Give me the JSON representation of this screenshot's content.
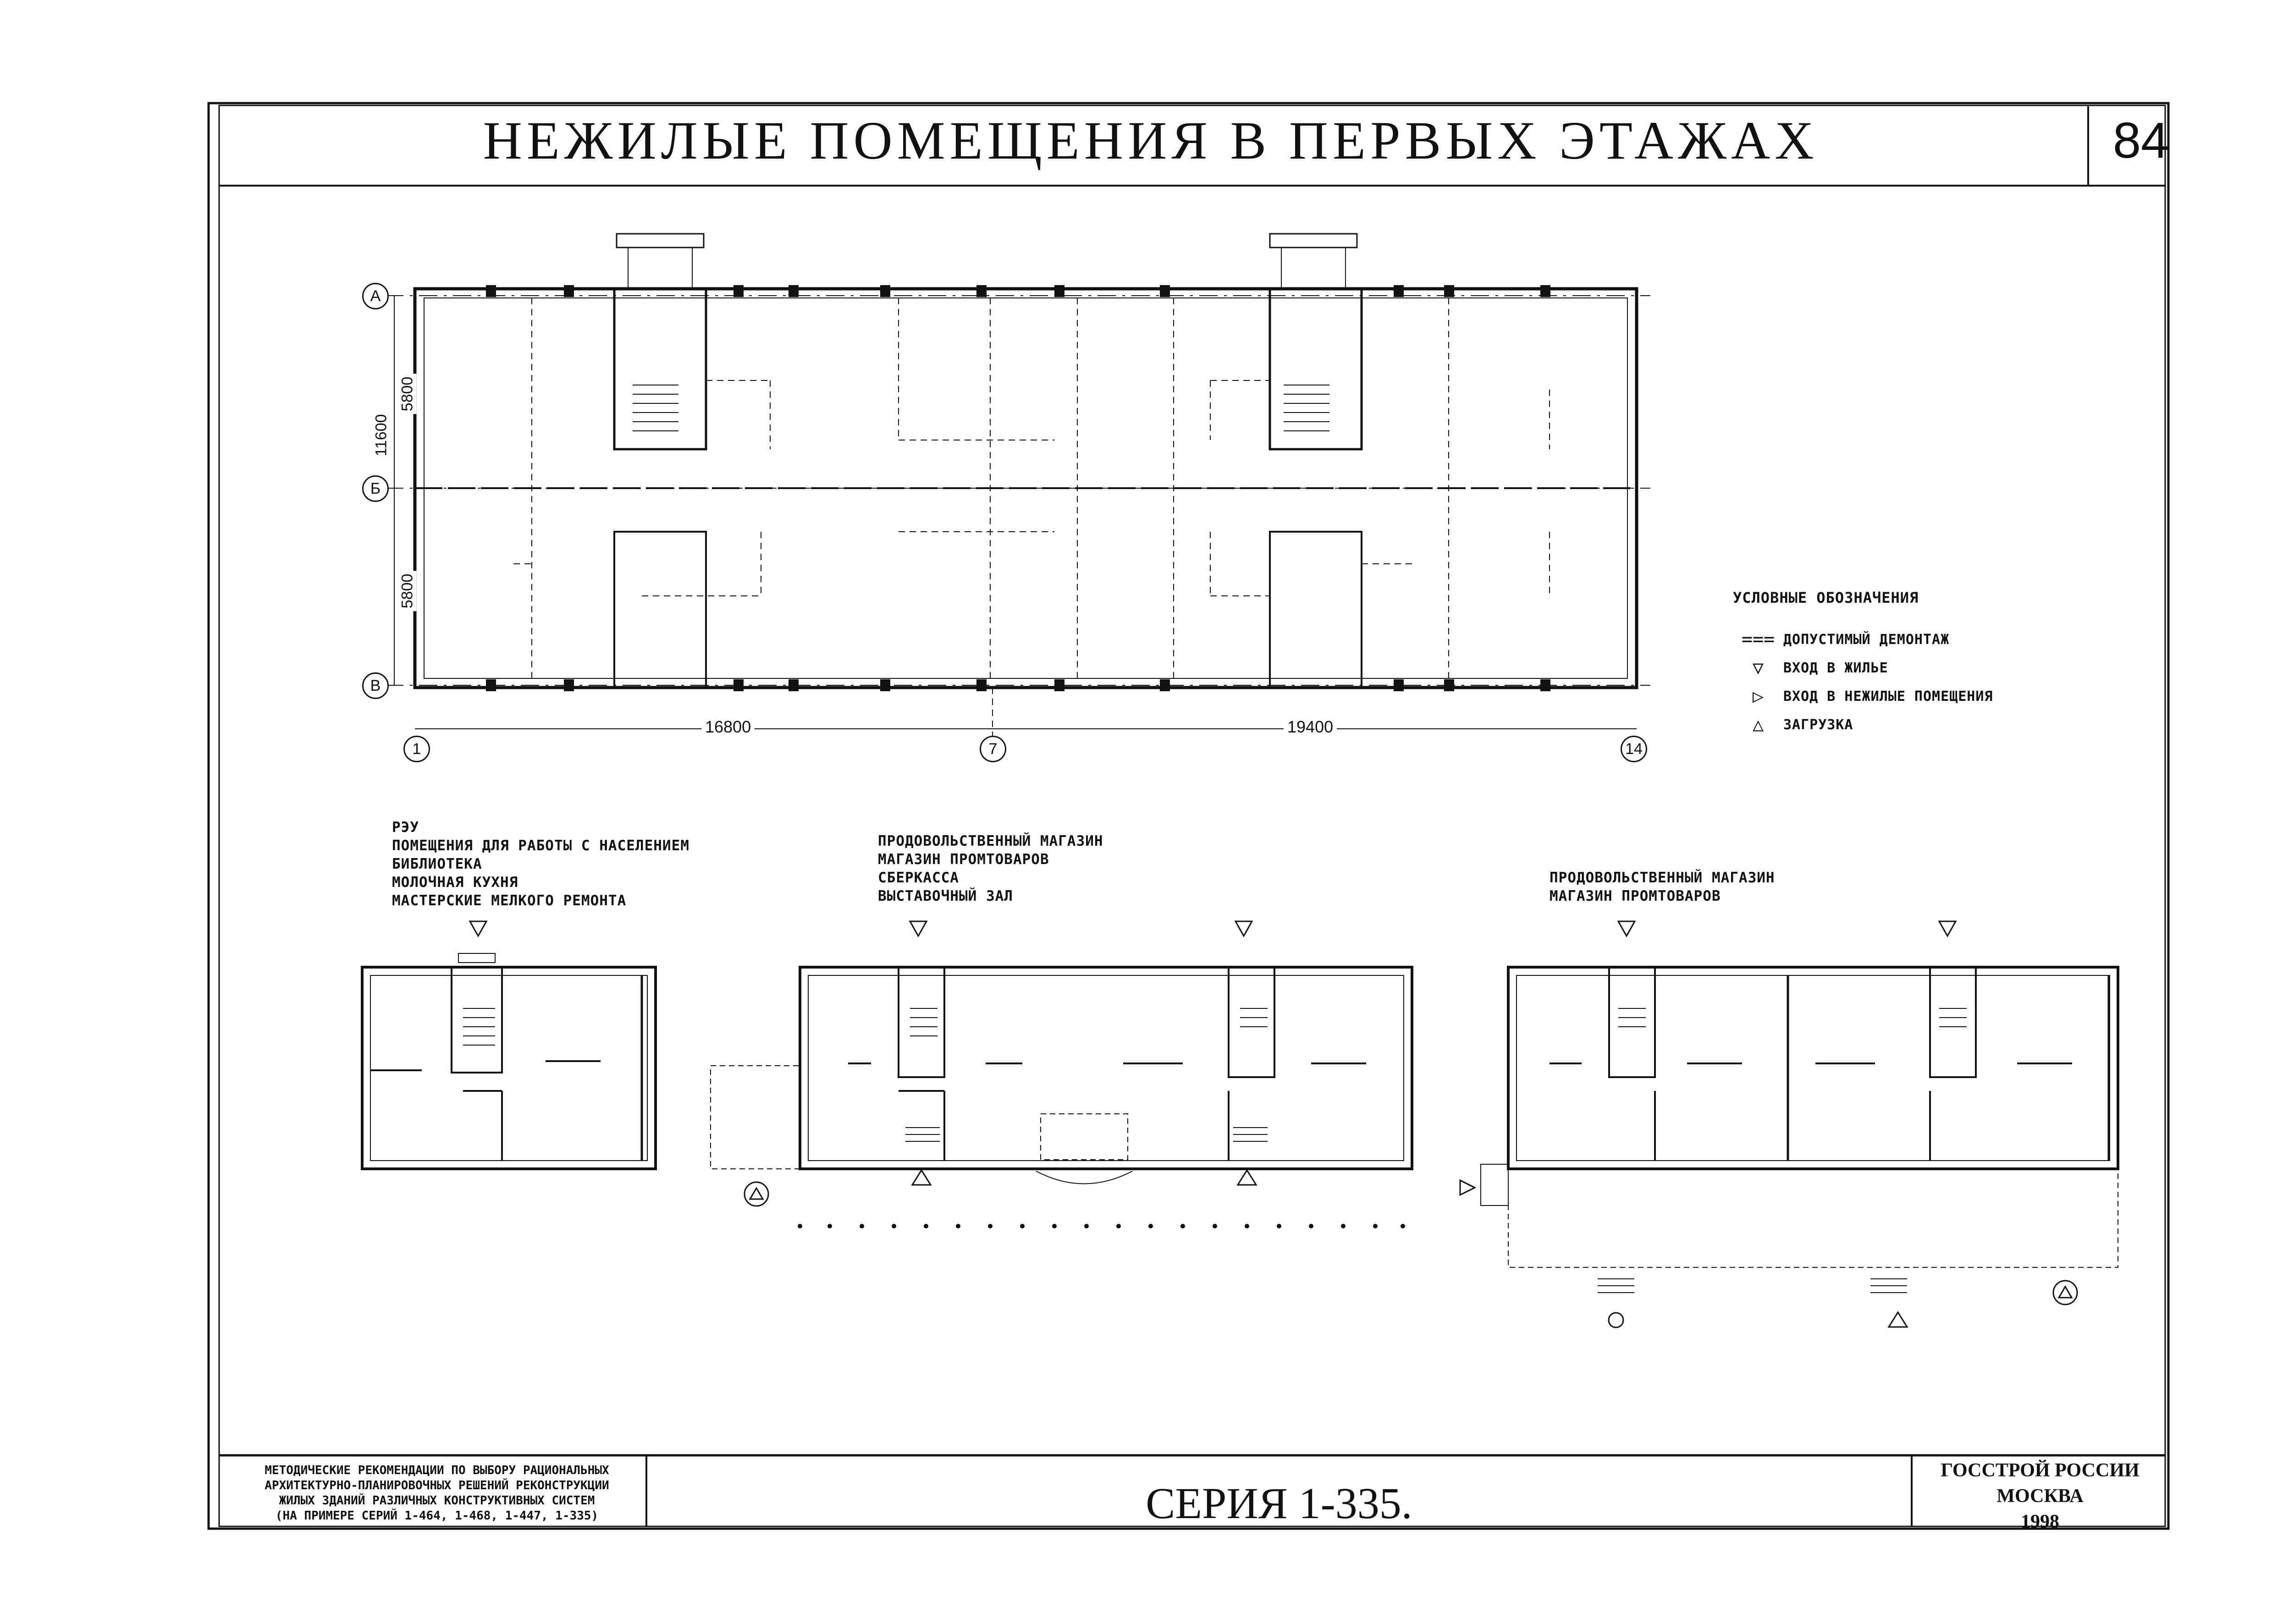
{
  "sheet": {
    "title": "НЕЖИЛЫЕ ПОМЕЩЕНИЯ В ПЕРВЫХ ЭТАЖАХ",
    "number": "84"
  },
  "plan": {
    "axes_rows": [
      "А",
      "Б",
      "В"
    ],
    "axes_cols": [
      "1",
      "7",
      "14"
    ],
    "dim_total_depth": "11600",
    "dim_half_top": "5800",
    "dim_half_bottom": "5800",
    "dim_left_span": "16800",
    "dim_right_span": "19400"
  },
  "legend": {
    "title": "УСЛОВНЫЕ ОБОЗНАЧЕНИЯ",
    "items": [
      {
        "icon": "dashed-line-icon",
        "symbol": "===",
        "label": "ДОПУСТИМЫЙ ДЕМОНТАЖ"
      },
      {
        "icon": "triangle-down-icon",
        "symbol": "▽",
        "label": "ВХОД В ЖИЛЬЕ"
      },
      {
        "icon": "triangle-right-icon",
        "symbol": "▷",
        "label": "ВХОД В НЕЖИЛЫЕ ПОМЕЩЕНИЯ"
      },
      {
        "icon": "circled-triangle-icon",
        "symbol": "△",
        "label": "ЗАГРУЗКА"
      }
    ]
  },
  "variants": [
    {
      "lines": [
        "РЭУ",
        "ПОМЕЩЕНИЯ ДЛЯ РАБОТЫ С НАСЕЛЕНИЕМ",
        "БИБЛИОТЕКА",
        "МОЛОЧНАЯ КУХНЯ",
        "МАСТЕРСКИЕ МЕЛКОГО РЕМОНТА"
      ]
    },
    {
      "lines": [
        "ПРОДОВОЛЬСТВЕННЫЙ МАГАЗИН",
        "МАГАЗИН ПРОМТОВАРОВ",
        "СБЕРКАССА",
        "ВЫСТАВОЧНЫЙ ЗАЛ"
      ]
    },
    {
      "lines": [
        "ПРОДОВОЛЬСТВЕННЫЙ МАГАЗИН",
        "МАГАЗИН ПРОМТОВАРОВ"
      ]
    }
  ],
  "stamp": {
    "left_lines": [
      "МЕТОДИЧЕСКИЕ РЕКОМЕНДАЦИИ ПО ВЫБОРУ РАЦИОНАЛЬНЫХ",
      "АРХИТЕКТУРНО-ПЛАНИРОВОЧНЫХ РЕШЕНИЙ РЕКОНСТРУКЦИИ",
      "ЖИЛЫХ ЗДАНИЙ РАЗЛИЧНЫХ КОНСТРУКТИВНЫХ СИСТЕМ",
      "(НА ПРИМЕРЕ СЕРИЙ 1-464, 1-468, 1-447, 1-335)"
    ],
    "series": "СЕРИЯ 1-335.",
    "org": "ГОССТРОЙ РОССИИ",
    "city": "МОСКВА",
    "year": "1998"
  },
  "colors": {
    "ink": "#111111",
    "paper": "#ffffff"
  }
}
